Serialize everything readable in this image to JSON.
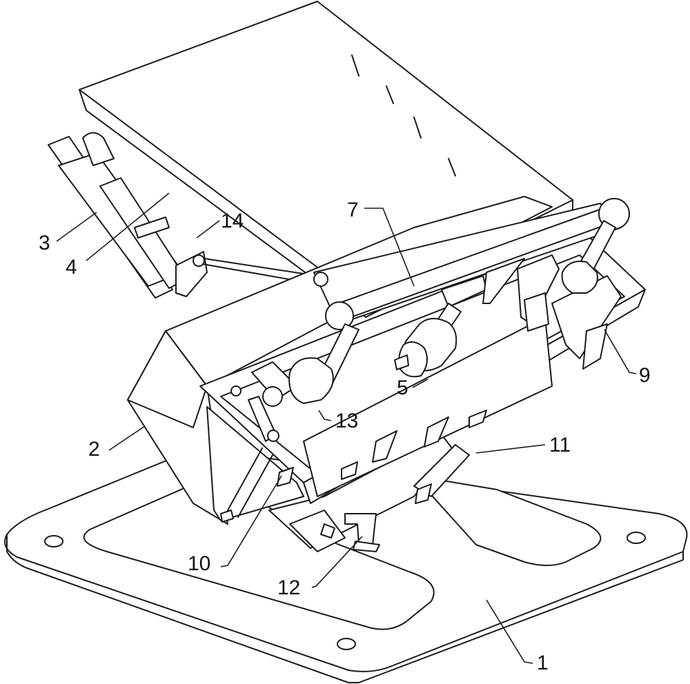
{
  "callouts": {
    "c1": "1",
    "c2": "2",
    "c3": "3",
    "c4": "4",
    "c5": "5",
    "c7": "7",
    "c9": "9",
    "c10": "10",
    "c11": "11",
    "c12": "12",
    "c13": "13",
    "c14": "14"
  },
  "colors": {
    "line": "#1a1a1a",
    "fill": "#ffffff"
  }
}
